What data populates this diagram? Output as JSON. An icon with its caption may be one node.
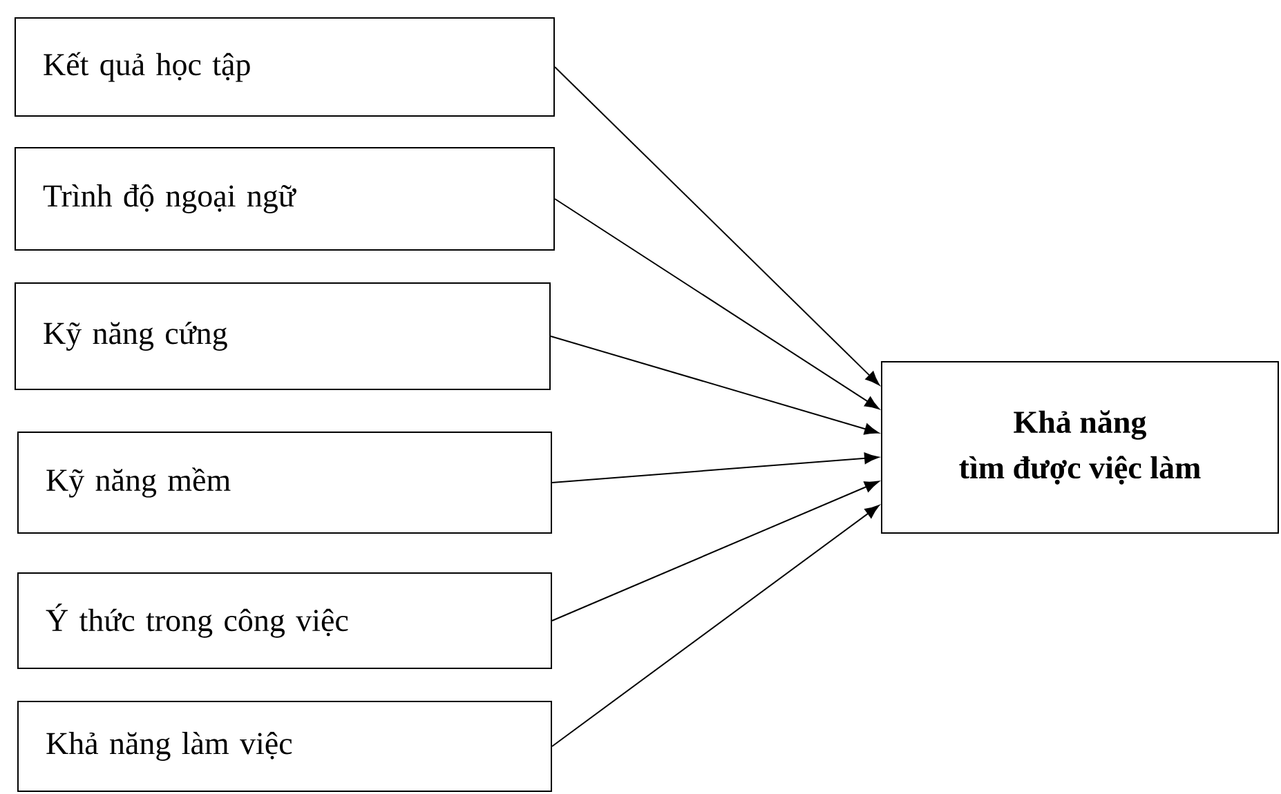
{
  "diagram": {
    "nodes": [
      {
        "text": [
          "Kết quả học tập"
        ]
      },
      {
        "text": [
          "Trình độ ngoại ngữ"
        ]
      },
      {
        "text": [
          "Kỹ năng cứng"
        ]
      },
      {
        "text": [
          "Kỹ năng mềm"
        ]
      },
      {
        "text": [
          "Ý thức trong công việc"
        ]
      },
      {
        "text": [
          "Khả năng làm việc"
        ]
      },
      {
        "text": [
          "Khả năng",
          "tìm được việc làm"
        ]
      }
    ],
    "edges": [
      {
        "from": 0,
        "to": 6,
        "arrow": "to"
      },
      {
        "from": 1,
        "to": 6,
        "arrow": "to"
      },
      {
        "from": 2,
        "to": 6,
        "arrow": "to"
      },
      {
        "from": 3,
        "to": 6,
        "arrow": "to"
      },
      {
        "from": 4,
        "to": 6,
        "arrow": "to"
      },
      {
        "from": 5,
        "to": 6,
        "arrow": "to"
      }
    ]
  }
}
